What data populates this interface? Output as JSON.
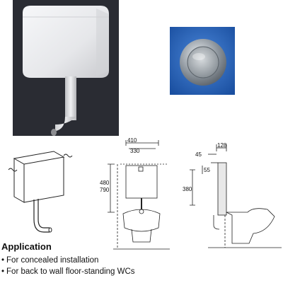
{
  "colors": {
    "cistern_white": "#ecedf0",
    "pipe_white": "#d8d9dc",
    "button_plate": "#1f5fb8",
    "button_metal": "#9aa1a8",
    "line": "#222222"
  },
  "icons": [
    "cistern-photo",
    "flush-button-photo",
    "isometric-drawing",
    "front-view-drawing",
    "side-view-drawing"
  ],
  "dimensions": {
    "front_width_outer": "410",
    "front_width_inner": "330",
    "front_height_1": "480",
    "front_height_2": "790",
    "side_depth": "128",
    "side_offset": "45",
    "side_small": "55",
    "side_height": "380"
  },
  "application": {
    "heading": "Application",
    "items": [
      "For concealed installation",
      "For back to wall floor-standing WCs"
    ]
  }
}
